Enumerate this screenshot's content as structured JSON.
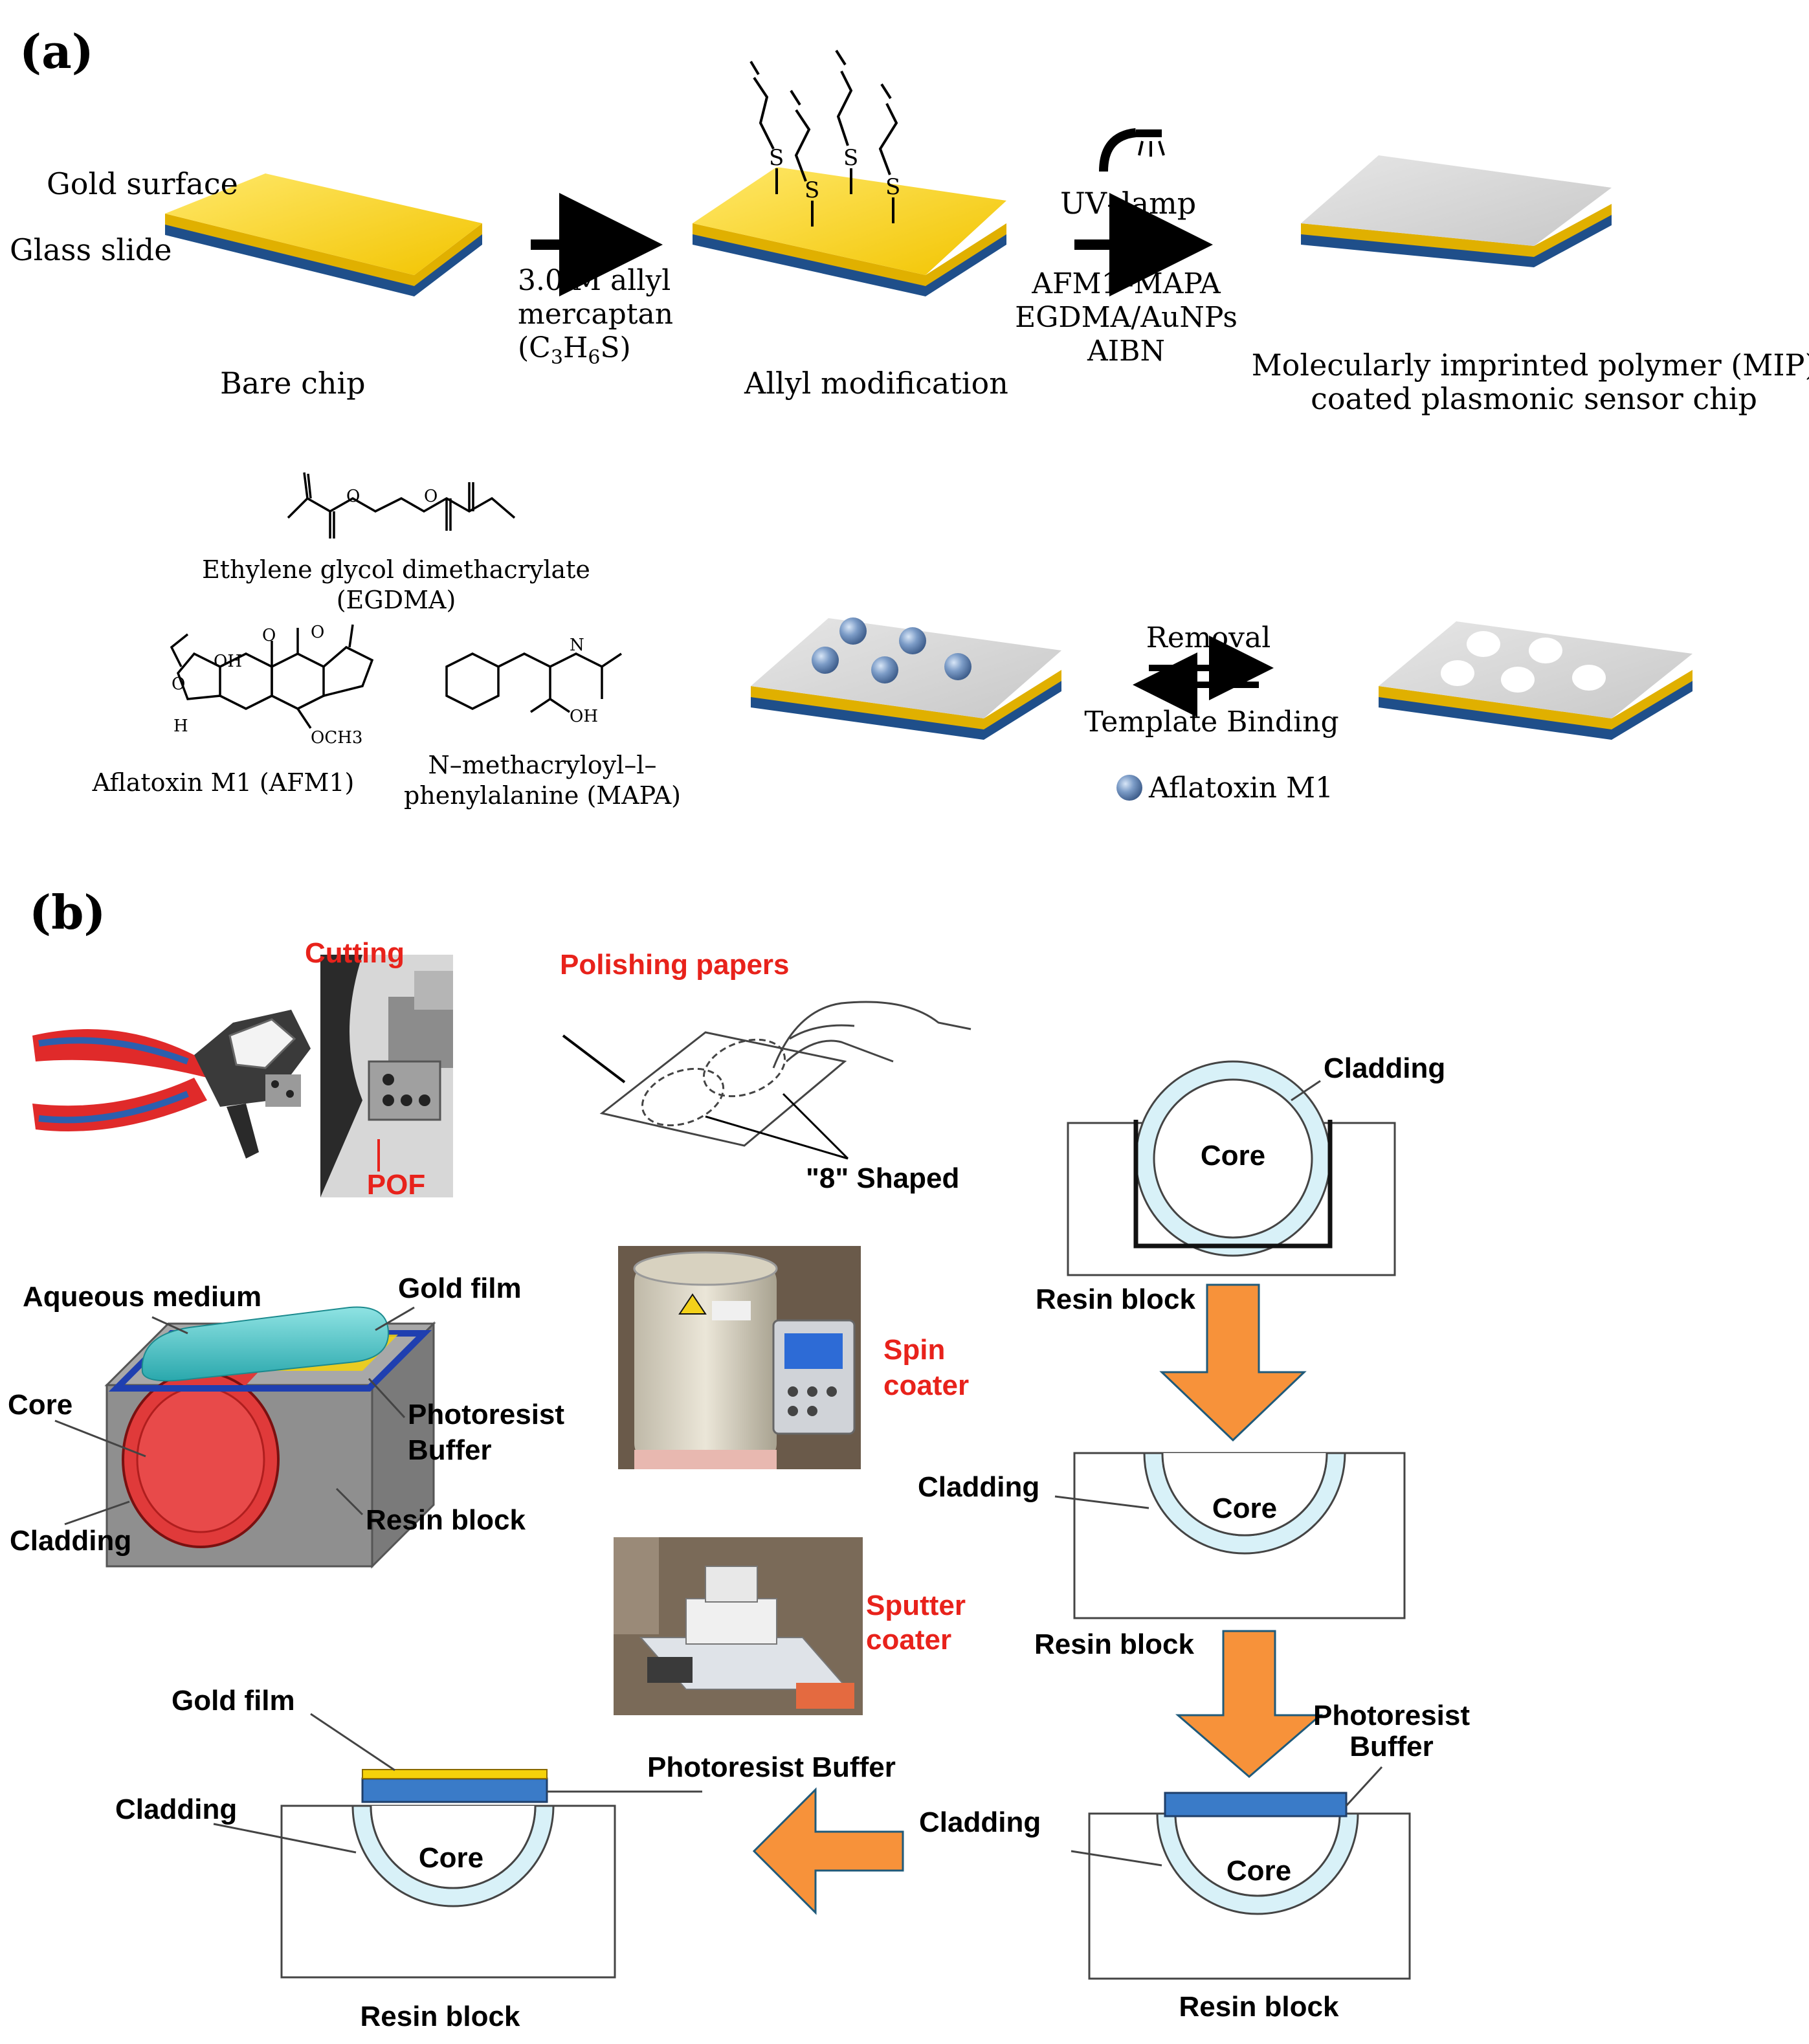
{
  "panel_a": {
    "label": "(a)",
    "gold_surface": "Gold surface",
    "glass_slide": "Glass slide",
    "bare_chip": "Bare chip",
    "step1_lines": [
      "3.0 M allyl",
      "mercaptan"
    ],
    "step1_formula": "(C3H6S)",
    "sulfur": "S",
    "allyl_modification": "Allyl modification",
    "uv_lamp": "UV–lamp",
    "step2_lines": [
      "AFM1–MAPA",
      "EGDMA/AuNPs",
      "AIBN"
    ],
    "mip_line1": "Molecularly imprinted polymer (MIP)",
    "mip_line2": "coated plasmonic sensor chip",
    "egdma_name": "Ethylene glycol dimethacrylate",
    "egdma_abbr": "(EGDMA)",
    "afm1_name": "Aflatoxin M1 (AFM1)",
    "mapa_line1": "N–methacryloyl–l–",
    "mapa_line2": "phenylalanine (MAPA)",
    "removal": "Removal",
    "template_binding": "Template Binding",
    "legend_afm1": "Aflatoxin M1",
    "atom_oh": "OH",
    "atom_o": "O",
    "atom_h": "H",
    "atom_n": "N",
    "atom_och3": "OCH3"
  },
  "panel_b": {
    "label": "(b)",
    "cutting": "Cutting",
    "pof": "POF",
    "polishing_papers": "Polishing papers",
    "eight_shaped": "\"8\" Shaped",
    "cladding": "Cladding",
    "core": "Core",
    "resin_block": "Resin block",
    "aqueous_medium": "Aqueous medium",
    "gold_film": "Gold film",
    "photoresist_buffer_1": "Photoresist",
    "photoresist_buffer_2": "Buffer",
    "photoresist_buffer": "Photoresist Buffer",
    "spin_coater": [
      "Spin",
      "coater"
    ],
    "sputter_coater": [
      "Sputter",
      "coater"
    ]
  },
  "colors": {
    "gold": "#f5d20a",
    "glass": "#1f4f8a",
    "mip_gray": "#d4d4d4",
    "cladding": "#d8f1f8",
    "buffer_blue": "#3a7bc8",
    "arrow_orange": "#f7923a",
    "label_red": "#e8221b",
    "core_red": "#e03a3a",
    "aqueous_teal": "#3cbcc2",
    "resin_gray": "#8f8f8f",
    "afm_blue": "#5f7fae"
  }
}
